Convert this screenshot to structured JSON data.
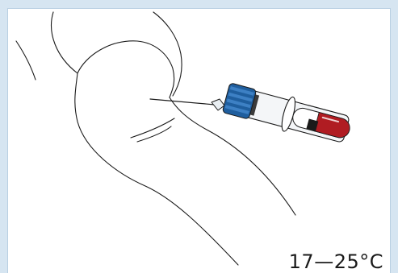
{
  "temperature_label": "17—25°C",
  "colors": {
    "frame_background": "#d6e5f1",
    "panel_background": "#ffffff",
    "outline_stroke": "#1a1a1a",
    "syringe_cap_blue": "#1f5e9e",
    "blood_red": "#b01c22",
    "tube_glass": "#f4f6f8"
  },
  "icons": {
    "arm": "arm-outline-illustration",
    "syringe": "blood-collection-syringe-illustration"
  }
}
